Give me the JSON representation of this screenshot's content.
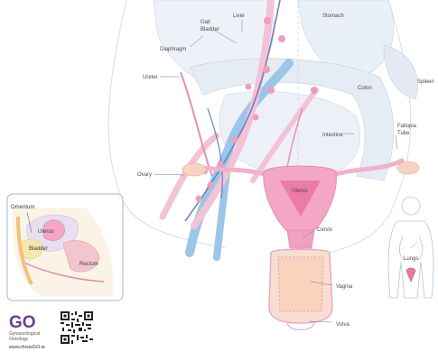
{
  "labels": {
    "liver": "Liver",
    "gall_bladder_line1": "Gall",
    "gall_bladder_line2": "Bladder",
    "stomach": "Stomach",
    "diaphragm": "Diaphragm",
    "ureter": "Ureter",
    "colon": "Colon",
    "spleen": "Spleen",
    "intestine": "Intestine",
    "fallopian_line1": "Fallopia",
    "fallopian_line2": "Tube",
    "ovary": "Ovary",
    "uterus": "Uterus",
    "cervix": "Cervix",
    "vagina": "Vagina",
    "vulva": "Vulva",
    "lungs": "Lungs"
  },
  "inset": {
    "omentum": "Omentum",
    "uterus": "Uterus",
    "bladder": "Bladder",
    "rectum": "Rectum"
  },
  "brand": {
    "logo": "GO",
    "name_line1": "Gynaecological",
    "name_line2": "Oncology",
    "url": "www.thisisGO.ie"
  },
  "colors": {
    "pink": "#f2b8cf",
    "dark_pink": "#e2739f",
    "blue": "#8fc0e6",
    "navy": "#6a79b5",
    "peach": "#f6d2bb",
    "organ_grey": "#e9eef5",
    "logo_purple": "#6d3d8f"
  }
}
